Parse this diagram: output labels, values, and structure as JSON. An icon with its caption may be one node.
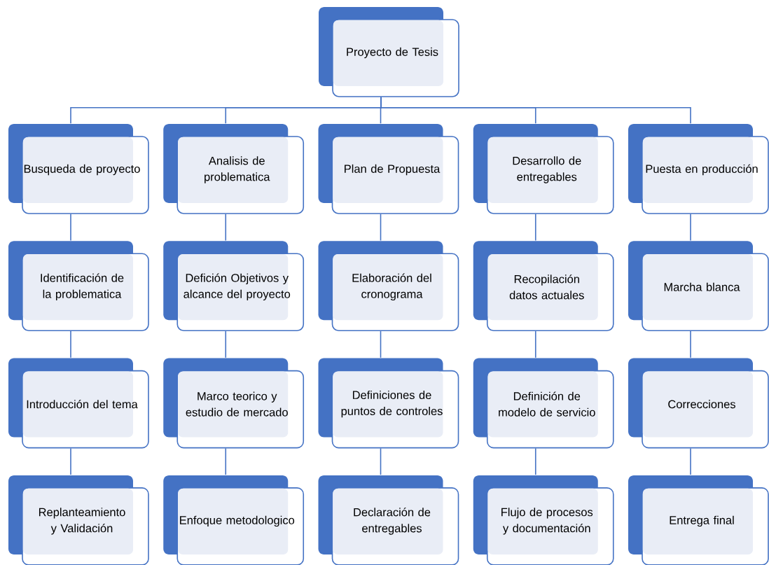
{
  "diagram": {
    "nodes": [
      {
        "text": [
          "Proyecto de Tesis"
        ]
      },
      {
        "text": [
          "Busqueda de proyecto"
        ]
      },
      {
        "text": [
          "Analisis de problematica"
        ]
      },
      {
        "text": [
          "Plan de Propuesta"
        ]
      },
      {
        "text": [
          "Desarrollo de entregables"
        ]
      },
      {
        "text": [
          "Puesta en producción"
        ]
      },
      {
        "text": [
          "Identificación  de la problematica"
        ]
      },
      {
        "text": [
          "Defición Objetivos y alcance del proyecto"
        ]
      },
      {
        "text": [
          "Elaboración del cronograma"
        ]
      },
      {
        "text": [
          "Recopilación datos actuales"
        ]
      },
      {
        "text": [
          "Marcha blanca"
        ]
      },
      {
        "text": [
          "Introducción del tema"
        ]
      },
      {
        "text": [
          "Marco teorico y estudio de mercado"
        ]
      },
      {
        "text": [
          "Definiciones de puntos de controles"
        ]
      },
      {
        "text": [
          "Definición de modelo de servicio"
        ]
      },
      {
        "text": [
          "Correcciones"
        ]
      },
      {
        "text": [
          "Replanteamiento y Validación"
        ]
      },
      {
        "text": [
          "Enfoque metodologico"
        ]
      },
      {
        "text": [
          "Declaración de entregables"
        ]
      },
      {
        "text": [
          "Flujo de procesos y documentación"
        ]
      },
      {
        "text": [
          "Entrega final"
        ]
      }
    ],
    "edges": [
      {
        "from": 0,
        "to": 1,
        "arrow": "none"
      },
      {
        "from": 0,
        "to": 2,
        "arrow": "none"
      },
      {
        "from": 0,
        "to": 3,
        "arrow": "none"
      },
      {
        "from": 0,
        "to": 4,
        "arrow": "none"
      },
      {
        "from": 0,
        "to": 5,
        "arrow": "none"
      },
      {
        "from": 1,
        "to": 6,
        "arrow": "none"
      },
      {
        "from": 2,
        "to": 7,
        "arrow": "none"
      },
      {
        "from": 3,
        "to": 8,
        "arrow": "none"
      },
      {
        "from": 4,
        "to": 9,
        "arrow": "none"
      },
      {
        "from": 5,
        "to": 10,
        "arrow": "none"
      },
      {
        "from": 6,
        "to": 11,
        "arrow": "none"
      },
      {
        "from": 7,
        "to": 12,
        "arrow": "none"
      },
      {
        "from": 8,
        "to": 13,
        "arrow": "none"
      },
      {
        "from": 9,
        "to": 14,
        "arrow": "none"
      },
      {
        "from": 10,
        "to": 15,
        "arrow": "none"
      },
      {
        "from": 11,
        "to": 16,
        "arrow": "none"
      },
      {
        "from": 12,
        "to": 17,
        "arrow": "none"
      },
      {
        "from": 13,
        "to": 18,
        "arrow": "none"
      },
      {
        "from": 14,
        "to": 19,
        "arrow": "none"
      },
      {
        "from": 15,
        "to": 20,
        "arrow": "none"
      }
    ]
  }
}
